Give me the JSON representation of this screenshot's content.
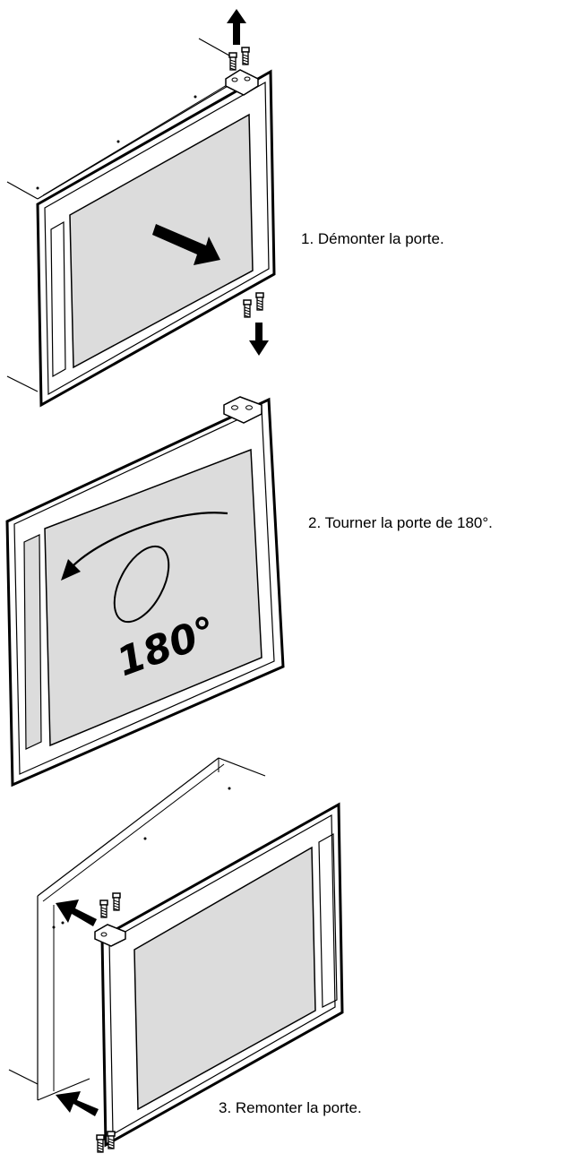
{
  "steps": [
    {
      "number": 1,
      "label": "1. Démonter la porte."
    },
    {
      "number": 2,
      "label": "2. Tourner la porte de 180°."
    },
    {
      "number": 3,
      "label": "3. Remonter la porte."
    }
  ],
  "rotation_label": "180°",
  "colors": {
    "line": "#000000",
    "panel_fill": "#dcdcdc",
    "door_fill": "#ffffff",
    "background": "#ffffff"
  },
  "icons": {
    "pull_out": "arrow-icon",
    "rotate": "curved-arrow-icon",
    "screw": "screw-icon",
    "hinge": "hinge-icon"
  }
}
